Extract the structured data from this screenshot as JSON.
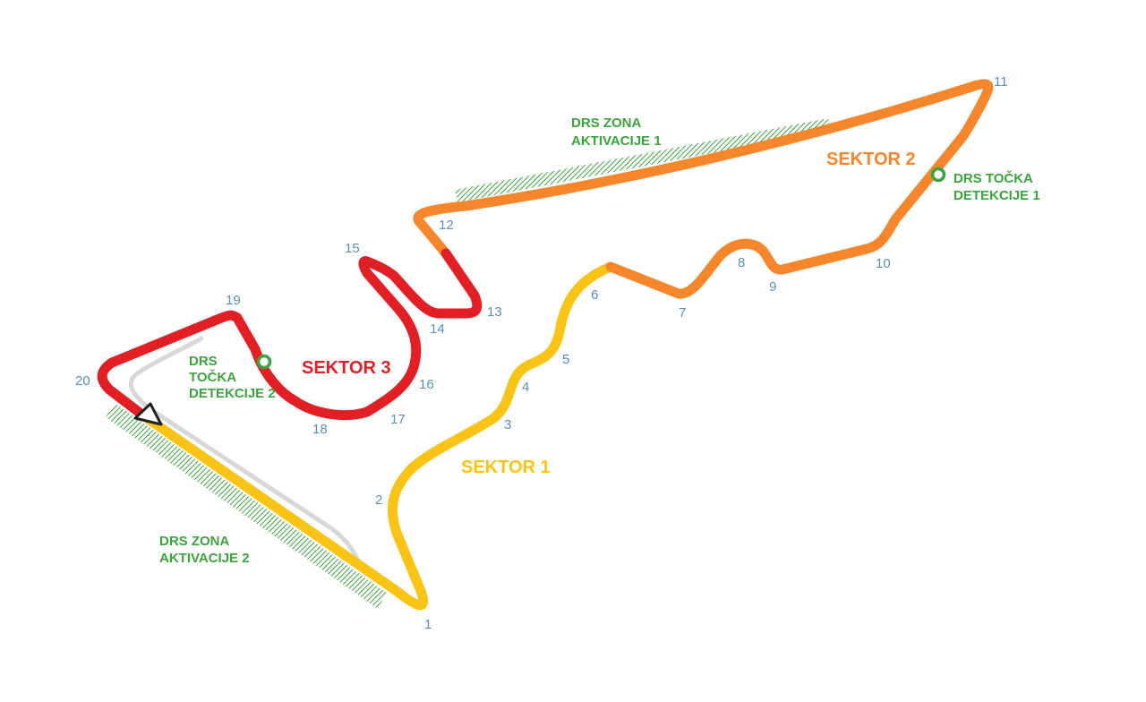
{
  "colors": {
    "sector1": "#f9c416",
    "sector2": "#f5862c",
    "sector3": "#e31f26",
    "drs": "#3aa53d",
    "pitlane": "#d8d8d8",
    "turn_number": "#5b8fb3",
    "start_marker": "#222222"
  },
  "sectors": {
    "s1": {
      "label": "SEKTOR 1"
    },
    "s2": {
      "label": "SEKTOR 2"
    },
    "s3": {
      "label": "SEKTOR 3"
    }
  },
  "drs": {
    "zone1": {
      "line1": "DRS ZONA",
      "line2": "AKTIVACIJE 1"
    },
    "zone2": {
      "line1": "DRS ZONA",
      "line2": "AKTIVACIJE 2"
    },
    "detection1": {
      "line1": "DRS TOČKA",
      "line2": "DETEKCIJE 1"
    },
    "detection2": {
      "line1": "DRS",
      "line2": "TOČKA",
      "line3": "DETEKCIJE 2"
    }
  },
  "turns": [
    "1",
    "2",
    "3",
    "4",
    "5",
    "6",
    "7",
    "8",
    "9",
    "10",
    "11",
    "12",
    "13",
    "14",
    "15",
    "16",
    "17",
    "18",
    "19",
    "20"
  ],
  "icons": {
    "start_finish": "start-finish-triangle-icon",
    "detection_point": "detection-point-circle-icon"
  }
}
